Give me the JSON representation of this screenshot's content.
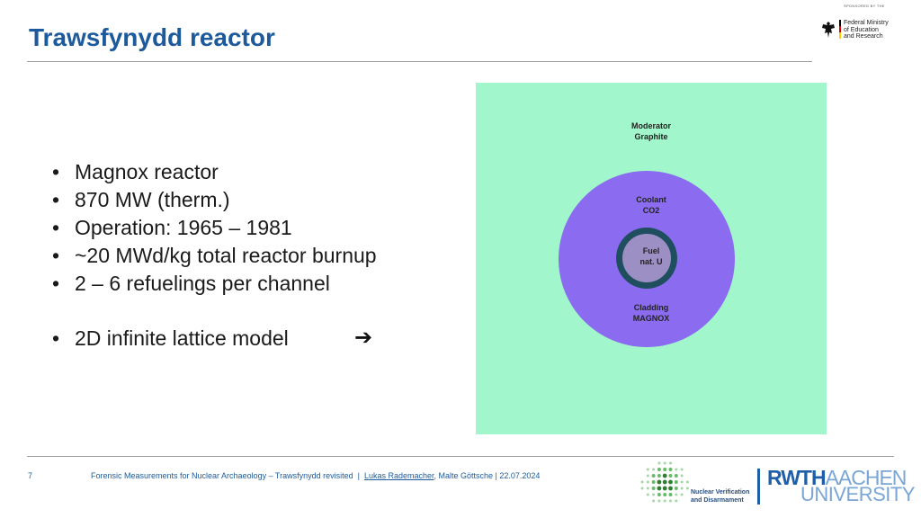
{
  "header": {
    "title": "Trawsfynydd reactor"
  },
  "sponsor": {
    "sponsored_by": "SPONSORED BY THE",
    "ministry_lines": [
      "Federal Ministry",
      "of Education",
      "and Research"
    ]
  },
  "bullets": {
    "items": [
      "Magnox reactor",
      "870 MW (therm.)",
      "Operation: 1965 – 1981",
      "~20 MWd/kg total reactor burnup",
      "2 – 6 refuelings per channel"
    ],
    "model_item": "2D infinite lattice model",
    "arrow": "➔"
  },
  "diagram": {
    "moderator": [
      "Moderator",
      "Graphite"
    ],
    "coolant": [
      "Coolant",
      "CO2"
    ],
    "fuel": [
      "Fuel",
      "nat. U"
    ],
    "cladding": [
      "Cladding",
      "MAGNOX"
    ],
    "colors": {
      "moderator": "#a1f7cb",
      "coolant": "#8b6cf1",
      "cladding": "#1f4e5f",
      "fuel": "#9c8fc4"
    }
  },
  "footer": {
    "page_number": "7",
    "text_before": "Forensic Measurements for Nuclear Archaeology – Trawsfynydd revisited  |  ",
    "presenter": "Lukas Rademacher",
    "text_after": ", Malte Göttsche  |  22.07.2024"
  },
  "logos": {
    "nv_lines": [
      "Nuclear Verification",
      "and Disarmament"
    ],
    "rwth_bold": "RWTH",
    "rwth_light": "AACHEN",
    "university": "UNIVERSITY"
  }
}
